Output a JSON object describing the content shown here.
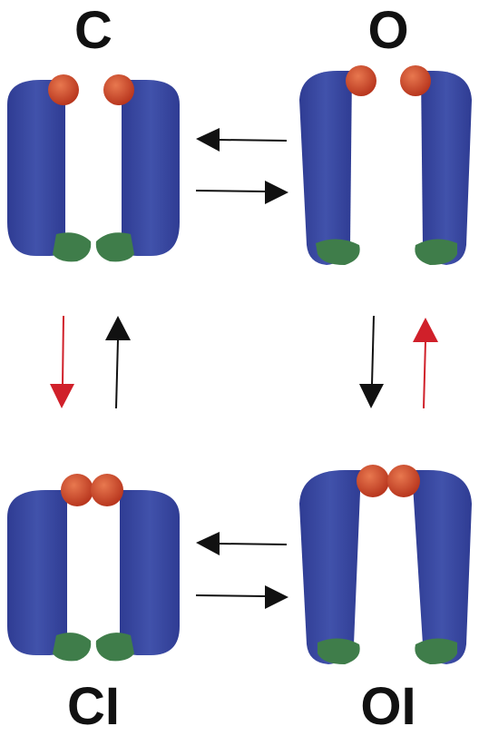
{
  "states": {
    "c": {
      "label": "C"
    },
    "o": {
      "label": "O"
    },
    "ci": {
      "label": "CI"
    },
    "oi": {
      "label": "OI"
    }
  },
  "colors": {
    "channel_body": "#3a4aa0",
    "top_sphere": "#c8452a",
    "bottom_domain": "#3f7d4a",
    "arrow_black": "#111111",
    "arrow_red": "#d0202a",
    "label": "#111111"
  }
}
